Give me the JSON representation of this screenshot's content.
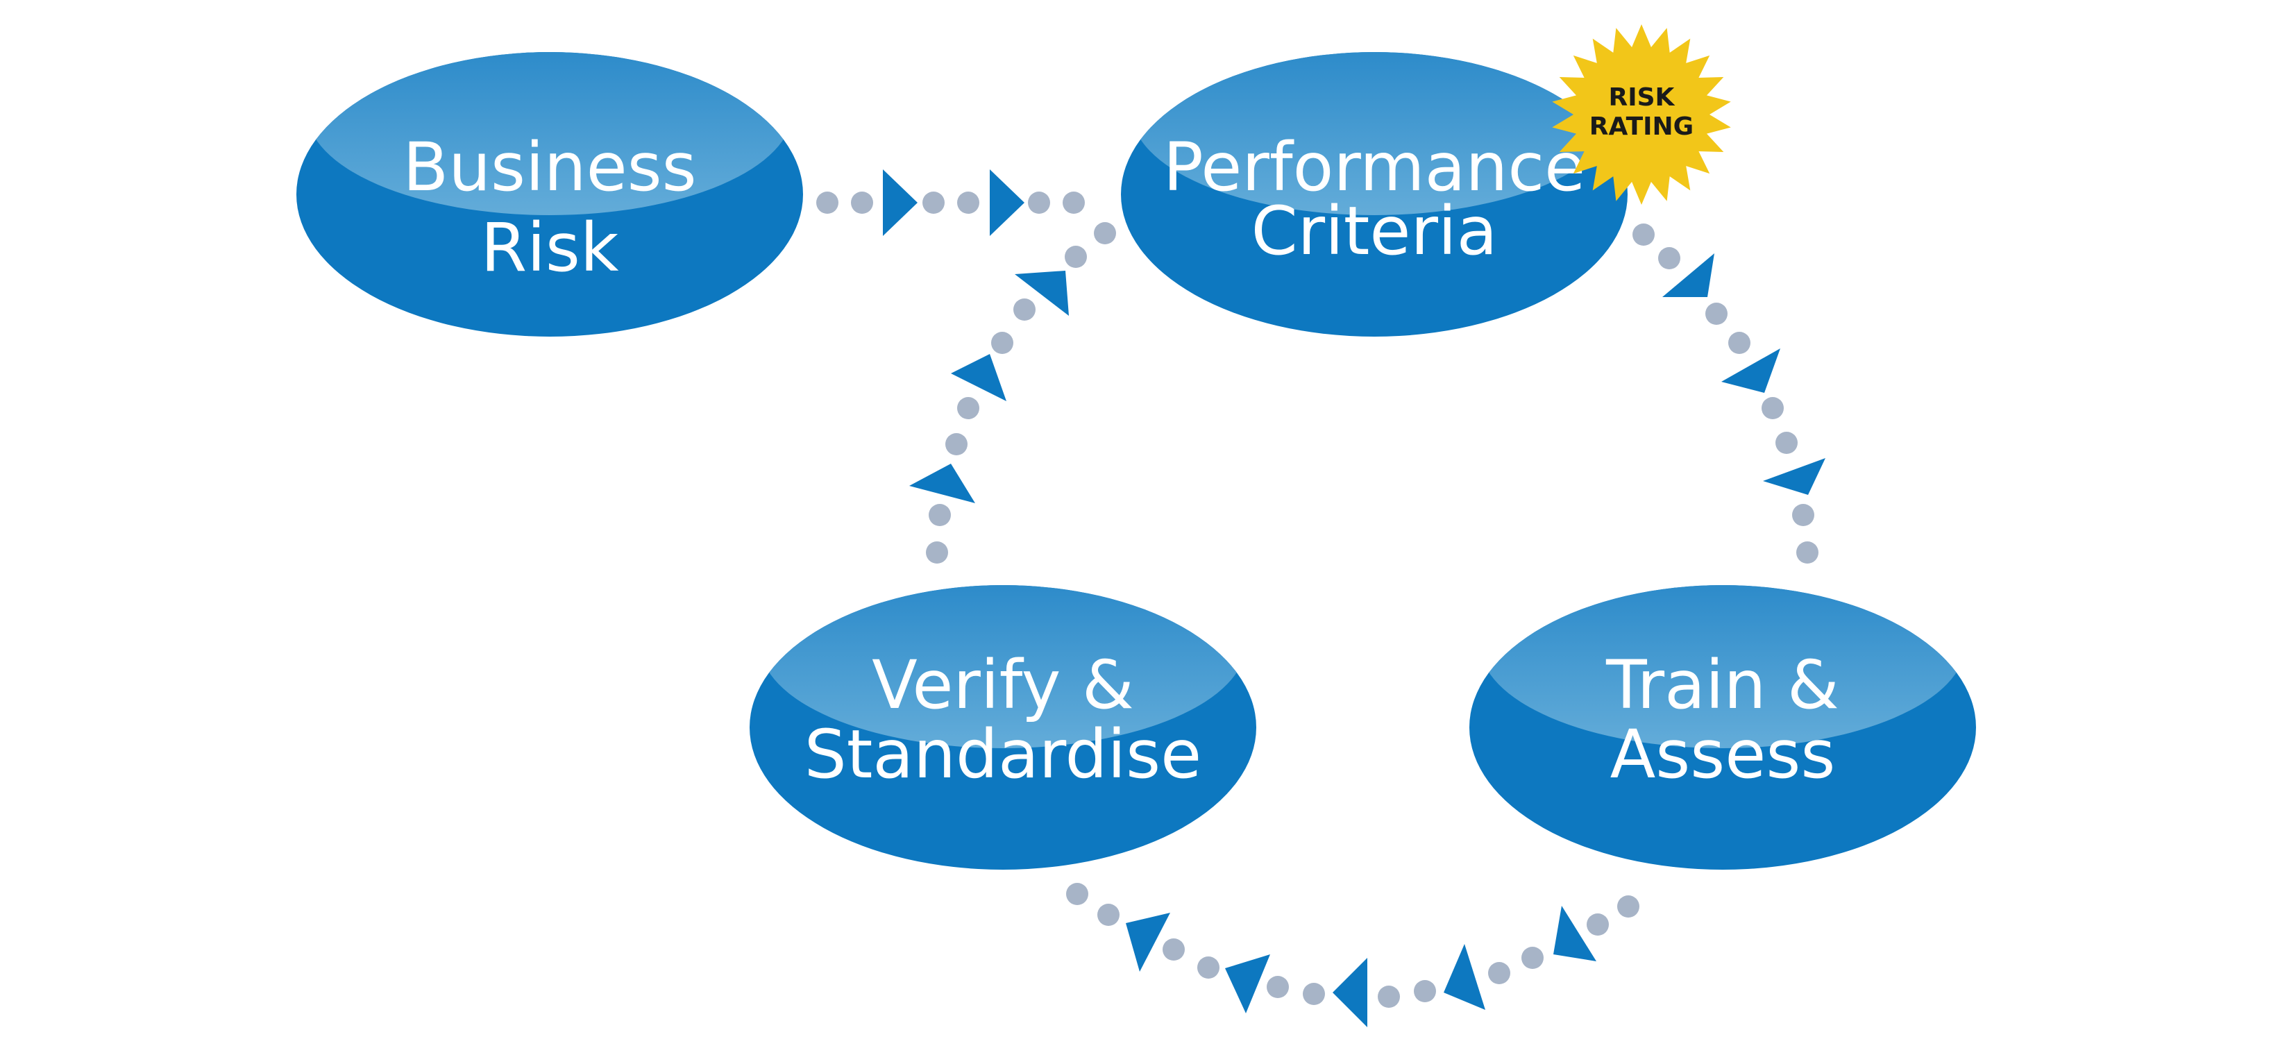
{
  "diagram": {
    "nodes": [
      {
        "id": "business-risk",
        "lines": [
          "Business",
          "Risk"
        ]
      },
      {
        "id": "performance-criteria",
        "lines": [
          "Performance",
          "Criteria"
        ]
      },
      {
        "id": "verify-standardise",
        "lines": [
          "Verify &",
          "Standardise"
        ]
      },
      {
        "id": "train-assess",
        "lines": [
          "Train &",
          "Assess"
        ]
      }
    ],
    "badge": {
      "lines": [
        "RISK",
        "RATING"
      ]
    },
    "edges": [
      {
        "from": "business-risk",
        "to": "performance-criteria"
      },
      {
        "from": "performance-criteria",
        "to": "train-assess"
      },
      {
        "from": "train-assess",
        "to": "verify-standardise"
      },
      {
        "from": "verify-standardise",
        "to": "performance-criteria"
      }
    ]
  },
  "colors": {
    "node": "#0d78c0",
    "node_highlight": "#5aa7d7",
    "connector_dot": "#a7b4c7",
    "connector_arrow": "#0d78c0",
    "badge": "#f2c619",
    "badge_text": "#1a1a1a",
    "node_text": "#ffffff"
  }
}
